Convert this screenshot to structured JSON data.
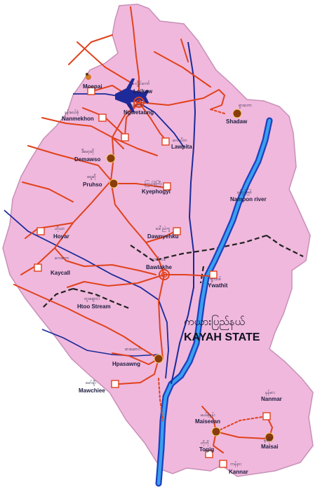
{
  "title": {
    "burmese": "ကယားပြည်နယ်",
    "english": "KAYAH STATE"
  },
  "colors": {
    "land": "#f0b8dc",
    "border": "#222222",
    "road": "#e0421c",
    "river_outer": "#1e3fbf",
    "river_inner": "#3aa0ee",
    "river_line": "#1a2a9a",
    "town_marker": "#8a3c0c",
    "village_marker": "#ffffff"
  },
  "towns": [
    {
      "id": "loikaw",
      "en": "Loikaw",
      "my": "လွိုင်ကော်",
      "type": "capital"
    },
    {
      "id": "moepai",
      "en": "Moepai",
      "my": "",
      "type": "village"
    },
    {
      "id": "nanmekhon",
      "en": "Nanmekhon",
      "my": "နန်းမယ်ခုံ",
      "type": "village"
    },
    {
      "id": "ngwetaung",
      "en": "Ngwetaung",
      "my": "ငွေတောင်",
      "type": "village"
    },
    {
      "id": "lawpita",
      "en": "Lawpita",
      "my": "လောပိတ",
      "type": "village"
    },
    {
      "id": "shadaw",
      "en": "Shadaw",
      "my": "ရှားတော",
      "type": "town"
    },
    {
      "id": "demawso",
      "en": "Demawso",
      "my": "ဒီမော့ဆို",
      "type": "town"
    },
    {
      "id": "pruhso",
      "en": "Pruhso",
      "my": "ဖရူဆို",
      "type": "town"
    },
    {
      "id": "kyephogyi",
      "en": "Kyephogyi",
      "my": "ကြယ်ဖိုကြီး",
      "type": "village"
    },
    {
      "id": "dawnyehku",
      "en": "Dawnyehku",
      "my": "ဒေါ်ညဲကူ",
      "type": "village"
    },
    {
      "id": "hoyar",
      "en": "Hoyar",
      "my": "ဟိုယာ",
      "type": "village"
    },
    {
      "id": "kaycall",
      "en": "Kaycall",
      "my": "ကေကော",
      "type": "village"
    },
    {
      "id": "bawlakhe",
      "en": "Bawlakhe",
      "my": "ဘော်လခဲ",
      "type": "capital"
    },
    {
      "id": "ywathit",
      "en": "Ywathit",
      "my": "ရွာသစ်",
      "type": "village"
    },
    {
      "id": "hpasawng",
      "en": "Hpasawng",
      "my": "ဖားဆောင်း",
      "type": "town"
    },
    {
      "id": "mawchiee",
      "en": "Mawchiee",
      "my": "မော်ချီး",
      "type": "village"
    },
    {
      "id": "maiseean",
      "en": "Maiseean",
      "my": "မယ်စဲ့နန်း",
      "type": "town"
    },
    {
      "id": "nanmar",
      "en": "Nanmar",
      "my": "နန်မား",
      "type": "village"
    },
    {
      "id": "maisai",
      "en": "Maisai",
      "my": "မဲ့ဆိုင်",
      "type": "town"
    },
    {
      "id": "togig",
      "en": "Togig",
      "my": "တိုကို",
      "type": "village"
    },
    {
      "id": "kannar",
      "en": "Kannar",
      "my": "ကန်နား",
      "type": "village"
    }
  ],
  "rivers": [
    {
      "id": "nampon",
      "en": "Nampon river",
      "my": "နမ့်ပွန်မြစ်"
    },
    {
      "id": "htoo",
      "en": "Htoo Stream",
      "my": "ထူးချောင်း"
    }
  ]
}
